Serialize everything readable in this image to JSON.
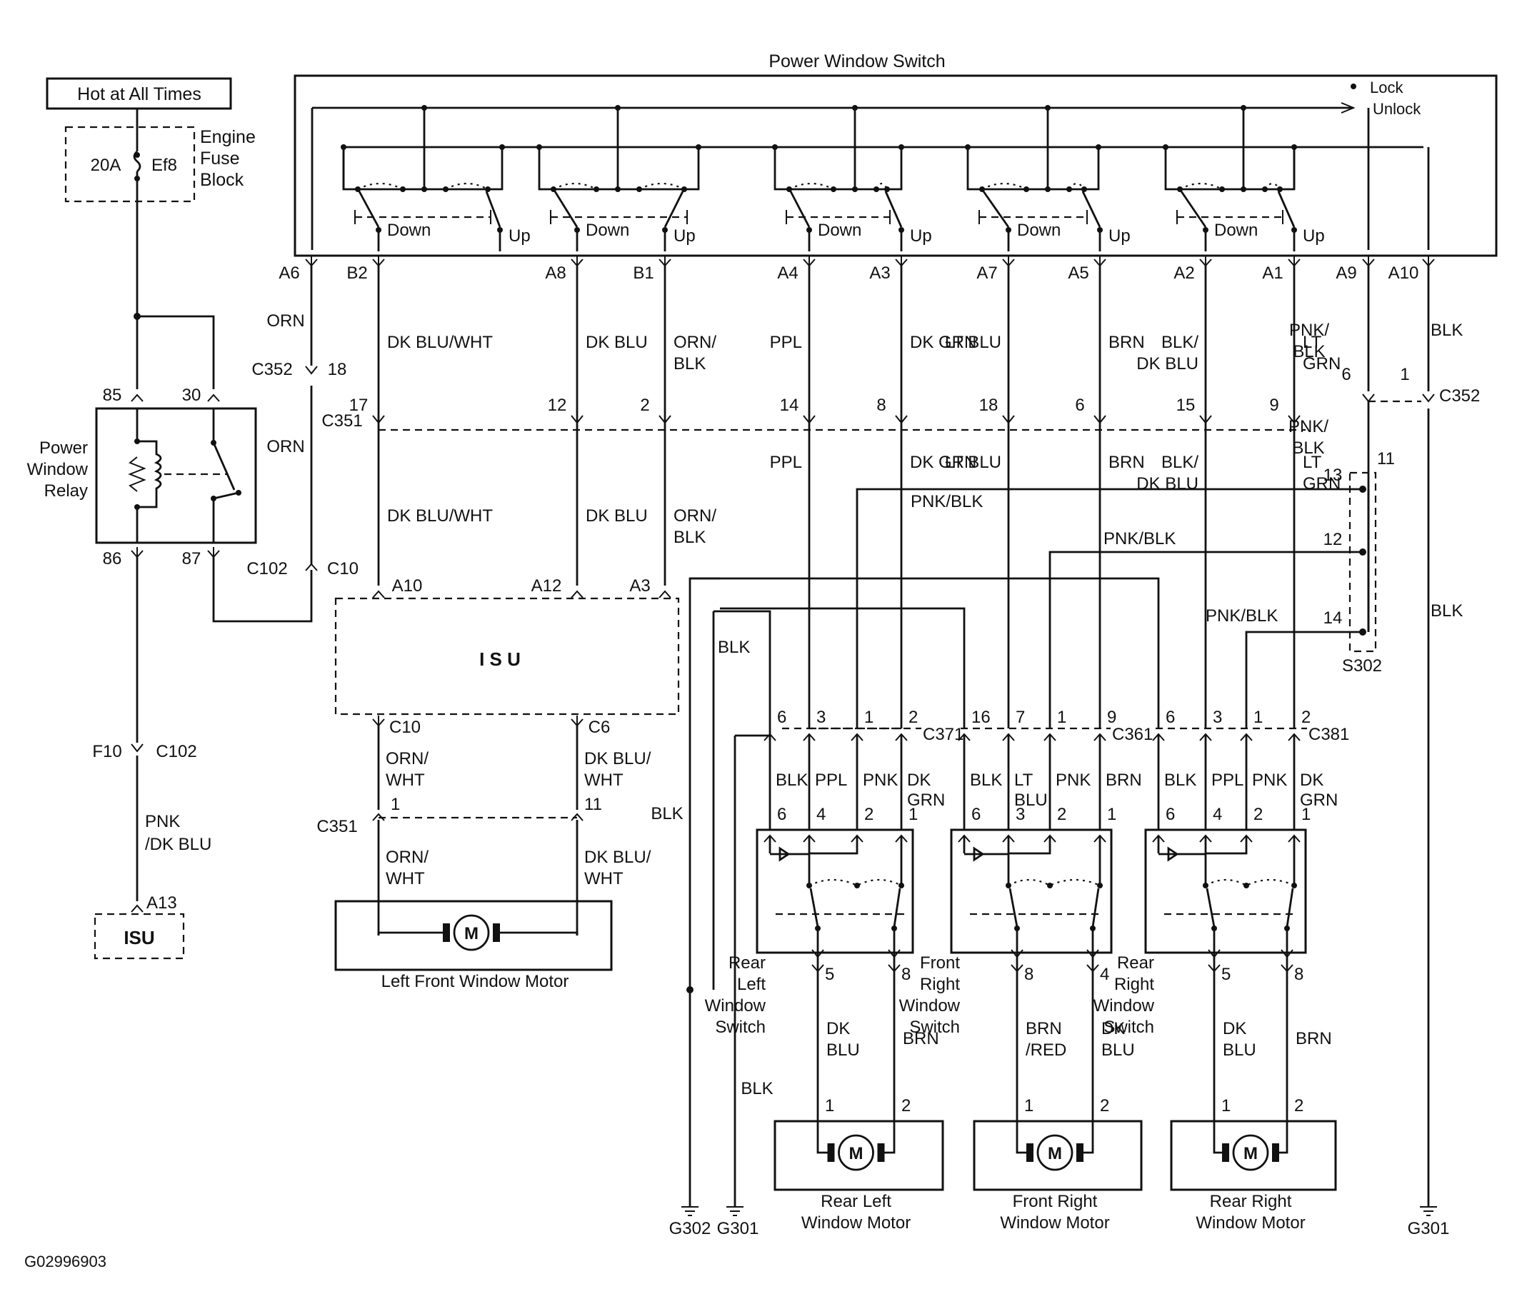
{
  "labels": {
    "pws_title": "Power Window Switch",
    "hot": "Hot at All Times",
    "fuse_amp": "20A",
    "fuse_id": "Ef8",
    "fuse_block": [
      "Engine",
      "Fuse",
      "Block"
    ],
    "lock": "Lock",
    "unlock": "Unlock",
    "relay": [
      "Power",
      "Window",
      "Relay"
    ],
    "isu": "ISU",
    "isu_main": "I S U",
    "lf_motor": "Left Front Window Motor",
    "rl_motor": [
      "Rear Left",
      "Window Motor"
    ],
    "fr_motor": [
      "Front Right",
      "Window Motor"
    ],
    "rr_motor": [
      "Rear Right",
      "Window Motor"
    ],
    "rl_switch": [
      "Rear",
      "Left",
      "Window",
      "Switch"
    ],
    "fr_switch": [
      "Front",
      "Right",
      "Window",
      "Switch"
    ],
    "rr_switch": [
      "Rear",
      "Right",
      "Window",
      "Switch"
    ],
    "down": "Down",
    "up": "Up",
    "motor_m": "M",
    "figure_id": "G02996903"
  },
  "pins": {
    "A6": "A6",
    "B2": "B2",
    "A8": "A8",
    "B1": "B1",
    "A4": "A4",
    "A3": "A3",
    "A7": "A7",
    "A5": "A5",
    "A2": "A2",
    "A1": "A1",
    "A9": "A9",
    "A10": "A10",
    "r85": "85",
    "r30": "30",
    "r86": "86",
    "r87": "87",
    "isuA10": "A10",
    "isuA12": "A12",
    "isuA3": "A3",
    "isuC10": "C10",
    "isuC6": "C6",
    "F10": "F10",
    "A13": "A13",
    "n17": "17",
    "n12": "12",
    "n2": "2",
    "n14": "14",
    "n8": "8",
    "n18": "18",
    "n6": "6",
    "n15": "15",
    "n9": "9",
    "n18b": "18",
    "n6b": "6",
    "n1b": "1",
    "s11": "11",
    "s13": "13",
    "s12": "12",
    "s14": "14",
    "c351_1": "1",
    "c351_11": "11",
    "rl_6": "6",
    "rl_3": "3",
    "rl_1": "1",
    "rl_2": "2",
    "fr_16": "16",
    "fr_7": "7",
    "fr_1": "1",
    "fr_9": "9",
    "rr_6": "6",
    "rr_3": "3",
    "rr_1": "1",
    "rr_2": "2",
    "sw_6": "6",
    "sw_4": "4",
    "sw_2": "2",
    "sw_1": "1",
    "sw_3": "3",
    "rl_5": "5",
    "rl_8": "8",
    "fr_8": "8",
    "fr_4": "4",
    "rr_5": "5",
    "rr_8": "8",
    "m1": "1",
    "m2": "2"
  },
  "connectors": {
    "c352": "C352",
    "c351": "C351",
    "c102": "C102",
    "c10": "C10",
    "s302": "S302",
    "c371": "C371",
    "c361": "C361",
    "c381": "C381",
    "g302": "G302",
    "g301": "G301"
  },
  "wires": {
    "orn": "ORN",
    "dkbluwht": "DK BLU/WHT",
    "dkblu": "DK BLU",
    "ornblk": [
      "ORN/",
      "BLK"
    ],
    "ppl": "PPL",
    "dkgrn": "DK GRN",
    "ltblu": "LT BLU",
    "brn": "BRN",
    "blkdkblu": [
      "BLK/",
      "DK BLU"
    ],
    "ltgrn": [
      "LT",
      "GRN"
    ],
    "pnkblk": [
      "PNK/",
      "BLK"
    ],
    "blk": "BLK",
    "pnkblk_line": "PNK/BLK",
    "ornwht": [
      "ORN/",
      "WHT"
    ],
    "dkbluwht2": [
      "DK BLU/",
      "WHT"
    ],
    "pnkdkblu": [
      "PNK",
      "/DK BLU"
    ],
    "pnk": "PNK",
    "dkgrn2": [
      "DK",
      "GRN"
    ],
    "ltblu2": [
      "LT",
      "BLU"
    ],
    "dkblu2": [
      "DK",
      "BLU"
    ],
    "brnred": [
      "BRN",
      "/RED"
    ]
  }
}
